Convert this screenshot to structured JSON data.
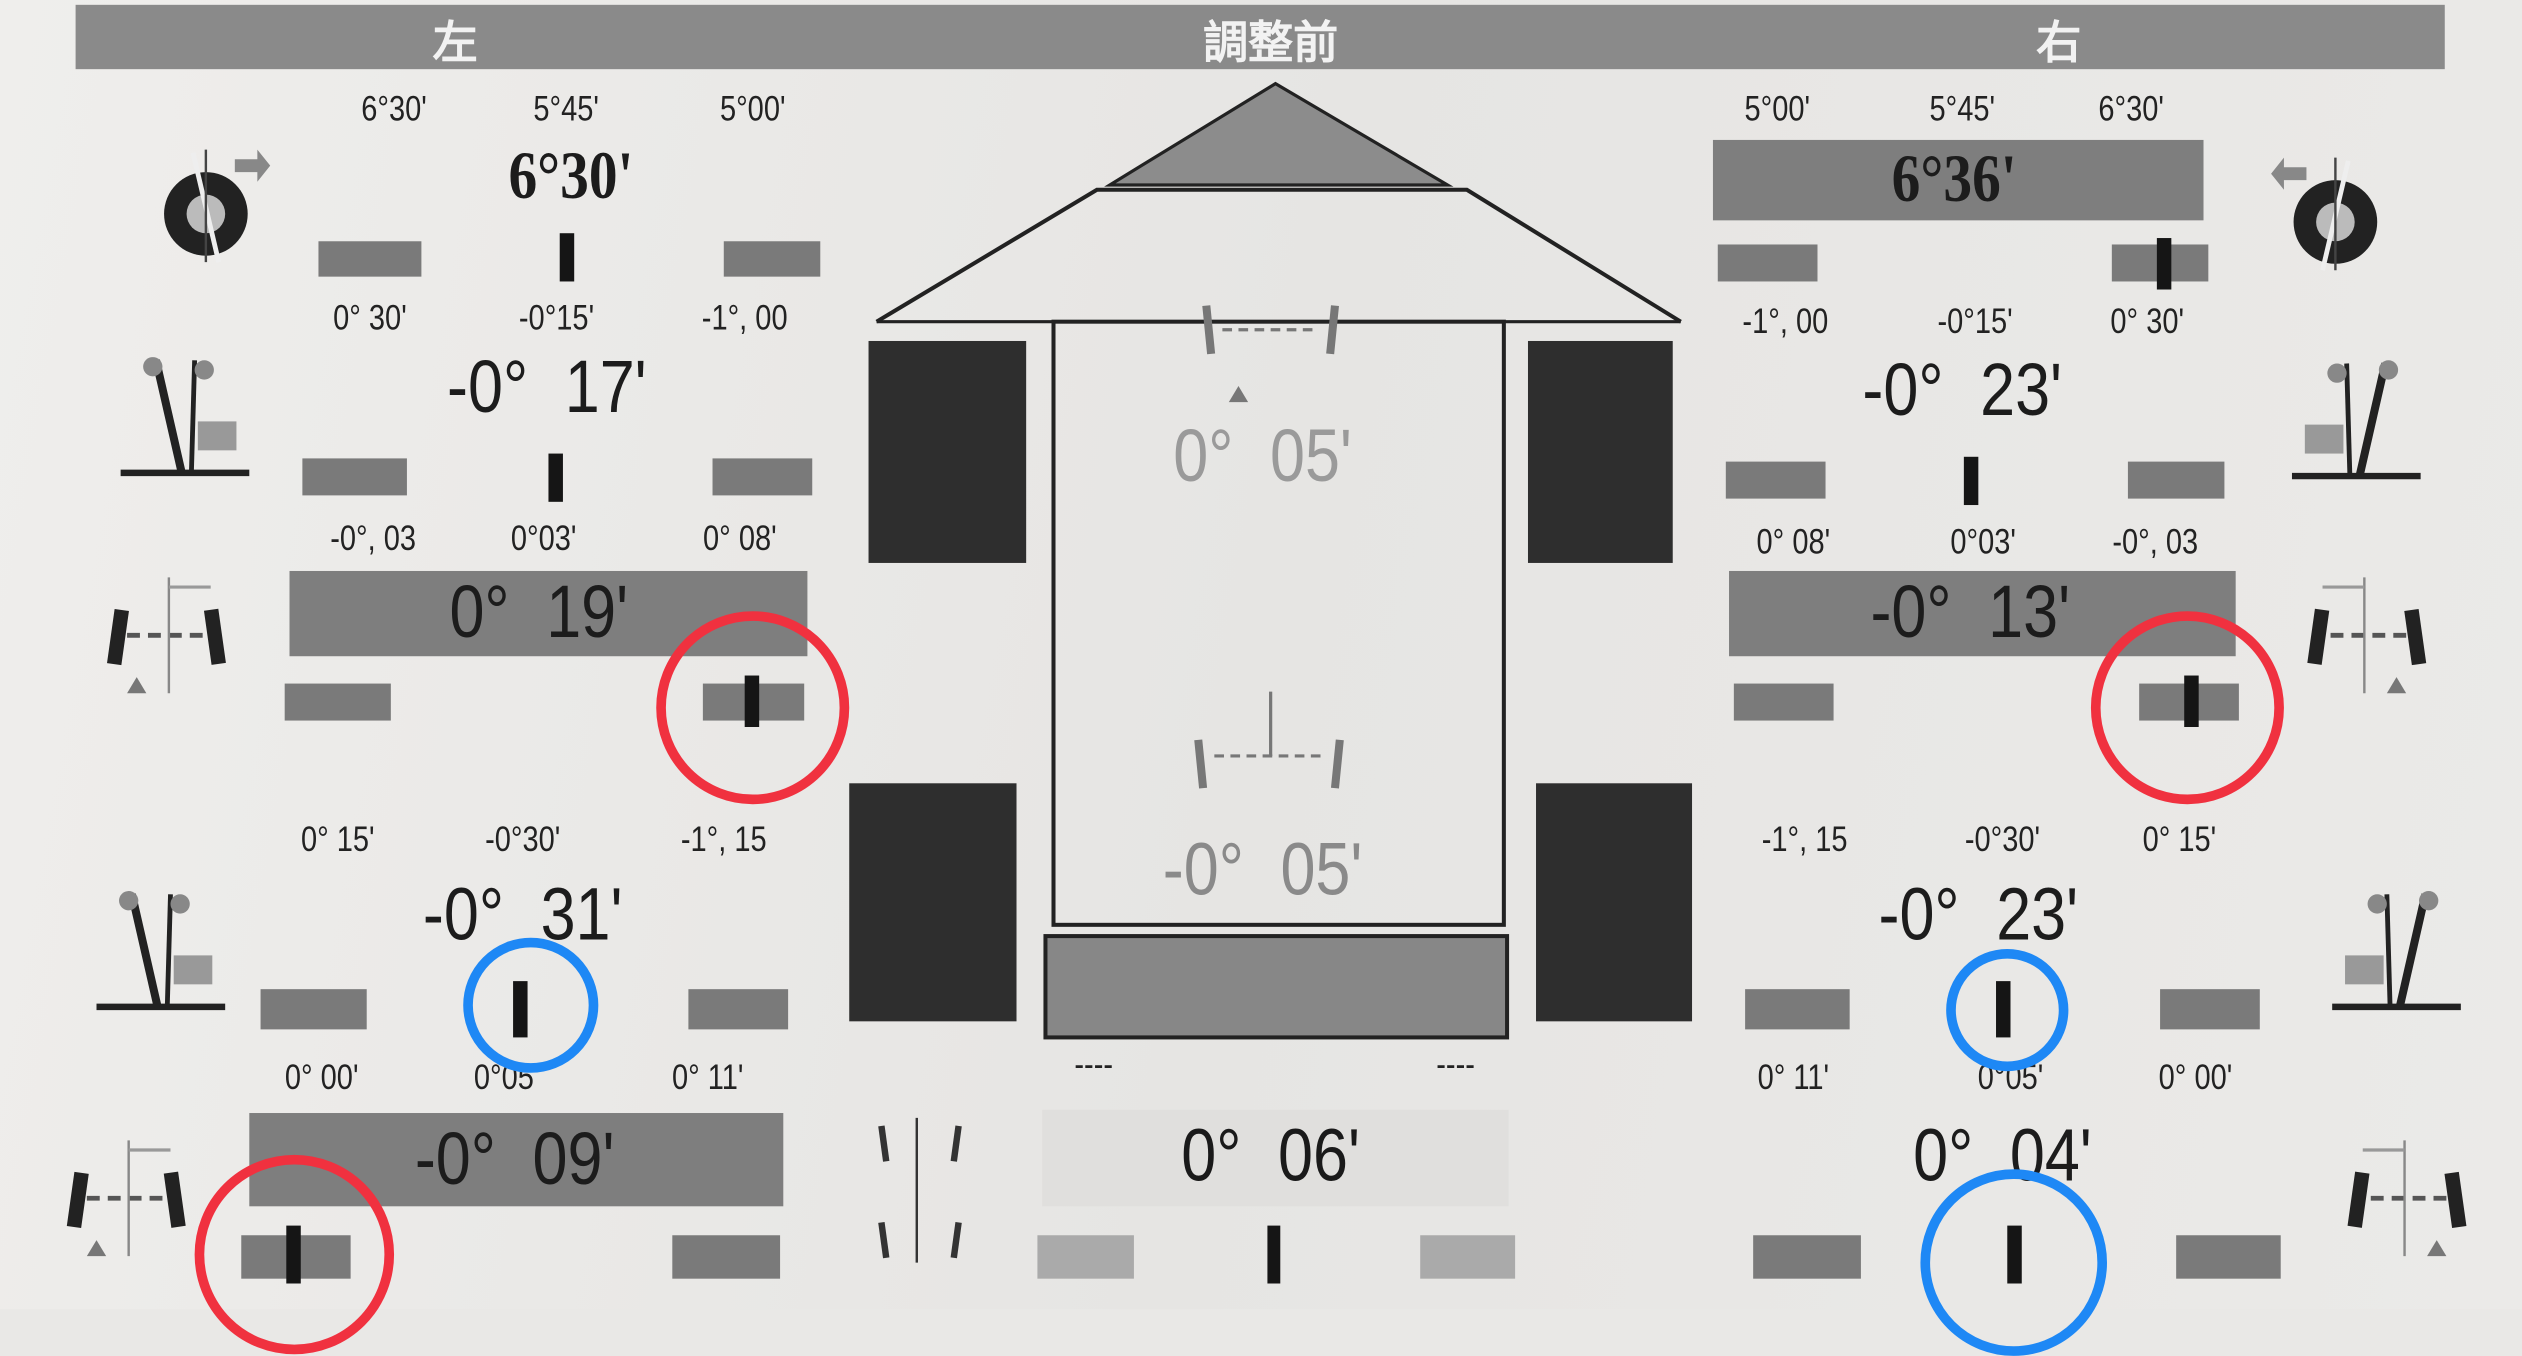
{
  "header": {
    "left": "左",
    "center": "調整前",
    "right": "右"
  },
  "left": {
    "rows": [
      {
        "name": "caster",
        "ticks": [
          "6°30'",
          "5°45'",
          "5°00'"
        ],
        "value": "6°30'",
        "in_range": true
      },
      {
        "name": "front-camber",
        "ticks": [
          "0°  30'",
          "-0°15'",
          "-1°, 00"
        ],
        "value": "-0°  17'",
        "in_range": true
      },
      {
        "name": "front-toe",
        "ticks": [
          "-0°, 03",
          "0°03'",
          "0°  08'"
        ],
        "value": "0°  19'",
        "in_range": false
      },
      {
        "name": "rear-camber",
        "ticks": [
          "0°  15'",
          "-0°30'",
          "-1°, 15"
        ],
        "value": "-0°  31'",
        "in_range": true
      },
      {
        "name": "rear-toe",
        "ticks": [
          "0°  00'",
          "0°05'",
          "0°  11'"
        ],
        "value": "-0°  09'",
        "in_range": false
      }
    ]
  },
  "right": {
    "rows": [
      {
        "name": "caster",
        "ticks": [
          "5°00'",
          "5°45'",
          "6°30'"
        ],
        "value": "6°36'",
        "in_range": false
      },
      {
        "name": "front-camber",
        "ticks": [
          "-1°, 00",
          "-0°15'",
          "0°  30'"
        ],
        "value": "-0°  23'",
        "in_range": true
      },
      {
        "name": "front-toe",
        "ticks": [
          "0°  08'",
          "0°03'",
          "-0°, 03"
        ],
        "value": "-0°  13'",
        "in_range": false
      },
      {
        "name": "rear-camber",
        "ticks": [
          "-1°, 15",
          "-0°30'",
          "0°  15'"
        ],
        "value": "-0°  23'",
        "in_range": true
      },
      {
        "name": "rear-toe",
        "ticks": [
          "0°  11'",
          "0°05'",
          "0°  00'"
        ],
        "value": "0°  04'",
        "in_range": true
      }
    ]
  },
  "center": {
    "front_total_toe": "0°  05'",
    "rear_total_toe": "-0°  05'",
    "thrust_ticks": [
      "----",
      "----"
    ],
    "thrust_angle": "0°  06'"
  },
  "colors": {
    "out_of_range_circle": "#f0313f",
    "in_range_circle": "#1e88f5",
    "bar": "#7a7a7a",
    "header": "#8a8a8a"
  }
}
